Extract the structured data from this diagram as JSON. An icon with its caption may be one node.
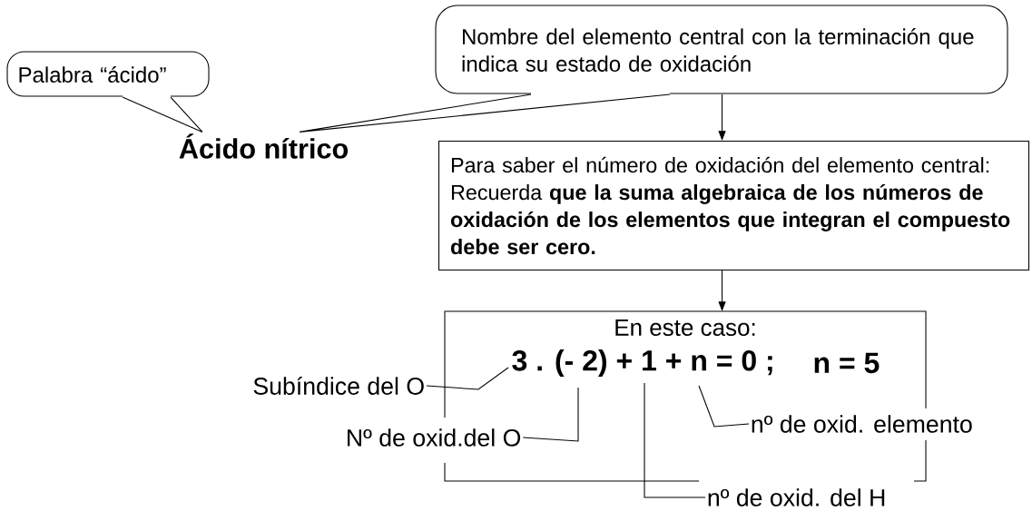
{
  "diagram": {
    "nodes": [
      {
        "text": [
          "Palabra “ácido”"
        ]
      },
      {
        "text": [
          "Nombre del elemento central con la terminación que indica su estado de oxidación"
        ]
      },
      {
        "text": [
          "Ácido nítrico"
        ]
      },
      {
        "text": [
          "Para saber el número de oxidación del elemento central: Recuerda **que la suma algebraica de los números de oxidación de los elementos que integran el compuesto debe ser cero.**"
        ]
      },
      {
        "text": [
          "En este caso:",
          "3 . (- 2) + 1 + n = 0 ;",
          "n = 5"
        ]
      },
      {
        "text": [
          "Subíndice del O"
        ]
      },
      {
        "text": [
          "Nº de oxid.del O"
        ]
      },
      {
        "text": [
          "nº de oxid. elemento"
        ]
      },
      {
        "text": [
          "nº de oxid. del H"
        ]
      }
    ],
    "edges": [
      {
        "from": 0,
        "to": 2,
        "arrow": "none"
      },
      {
        "from": 1,
        "to": 2,
        "arrow": "none"
      },
      {
        "from": 1,
        "to": 3,
        "arrow": "to"
      },
      {
        "from": 3,
        "to": 4,
        "arrow": "to"
      },
      {
        "from": 5,
        "to": 4,
        "arrow": "none"
      },
      {
        "from": 6,
        "to": 4,
        "arrow": "none"
      },
      {
        "from": 7,
        "to": 4,
        "arrow": "none"
      },
      {
        "from": 8,
        "to": 4,
        "arrow": "none"
      }
    ]
  }
}
